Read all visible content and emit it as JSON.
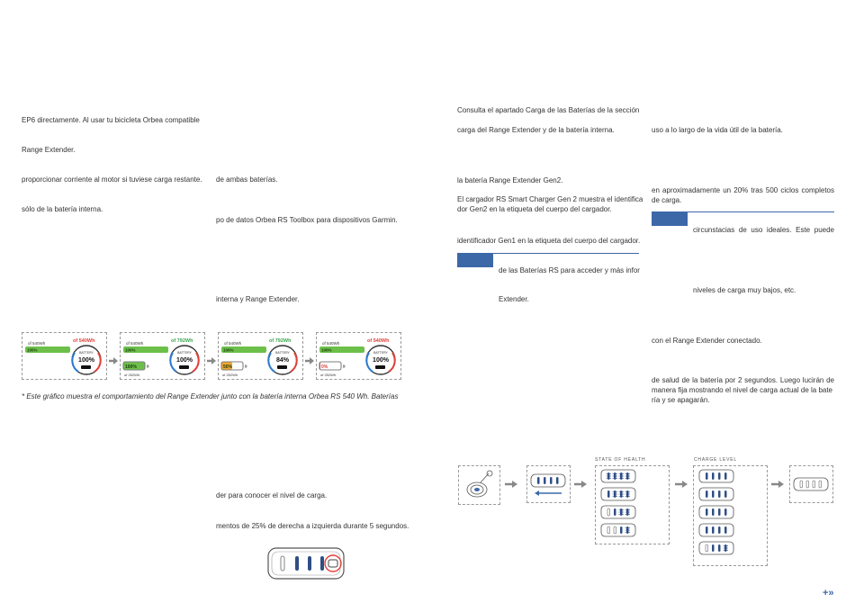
{
  "left_column": {
    "p1": "EP6 directamente. Al usar tu bicicleta Orbea compatible",
    "p2": "Range Extender.",
    "p3": "proporcionar corriente al motor si tuviese carga restante.",
    "p4": "sólo de la batería interna.",
    "mid1": "de ambas baterías.",
    "mid2": "po de datos Orbea RS Toolbox para dispositivos Garmin.",
    "mid3": "interna y Range Extender.",
    "footnote": "* Este gráfico muestra el comportamiento del Range Extender junto con la batería interna Orbea RS 540 Wh. Baterías",
    "bottom1": "der para conocer el nivel de carga.",
    "bottom2": "mentos de 25% de derecha a izquierda durante 5 segundos."
  },
  "battery_panels": [
    {
      "internal_label": "of 540Wh",
      "internal_value": "100%",
      "total_label": "of 540Wh",
      "total_color": "#e0413a",
      "gauge_label": "BATTERY",
      "gauge_value": "100%",
      "extender_value": "",
      "extender_label": "",
      "ext_color": "",
      "ext_level": 0
    },
    {
      "internal_label": "of 540Wh",
      "internal_value": "100%",
      "total_label": "of 792Wh",
      "total_color": "#3aa64a",
      "gauge_label": "BATTERY",
      "gauge_value": "100%",
      "extender_value": "100%",
      "extender_label": "of 252Wh",
      "ext_color": "#6cc04a",
      "ext_level": 1
    },
    {
      "internal_label": "of 540Wh",
      "internal_value": "100%",
      "total_label": "of 792Wh",
      "total_color": "#3aa64a",
      "gauge_label": "BATTERY",
      "gauge_value": "84%",
      "extender_value": "50%",
      "extender_label": "of 252Wh",
      "ext_color": "#f0a830",
      "ext_level": 0.5
    },
    {
      "internal_label": "of 540Wh",
      "internal_value": "100%",
      "total_label": "of 540Wh",
      "total_color": "#e0413a",
      "gauge_label": "BATTERY",
      "gauge_value": "100%",
      "extender_value": "0%",
      "extender_label": "of 252Wh",
      "ext_color": "#e0413a",
      "ext_level": 0
    }
  ],
  "middle_column": {
    "p1": "Consulta el apartado Carga de las Baterías de la sección",
    "p2": "carga del Range Extender y de la batería interna.",
    "p3": "la batería Range Extender Gen2.",
    "p4a": "El cargador RS Smart Charger Gen 2 muestra el identifica",
    "p4b": "dor Gen2 en la etiqueta del cuerpo del cargador.",
    "p5": "identificador Gen1 en la etiqueta del cuerpo del cargador.",
    "p6": "de las Baterías RS para acceder y más infor",
    "p7": "Extender."
  },
  "right_column": {
    "p1": "uso a lo largo de la vida útil de la batería.",
    "p2a": "en aproximadamente un 20% tras 500 ciclos completos",
    "p2b": "de carga.",
    "p3": "circunstacias de uso ideales. Este puede",
    "p4": "niveles de carga muy bajos, etc.",
    "p5": "con el Range Extender conectado.",
    "p6a": "de salud de la batería por 2 segundos. Luego lucirán de",
    "p6b": "manera fija mostrando el nivel de carga actual de la bate",
    "p6c": "ría y se apagarán."
  },
  "diagram": {
    "state_label": "STATE OF HEALTH",
    "charge_label": "CHARGE LEVEL"
  },
  "nav": {
    "next_glyph": "+»"
  }
}
